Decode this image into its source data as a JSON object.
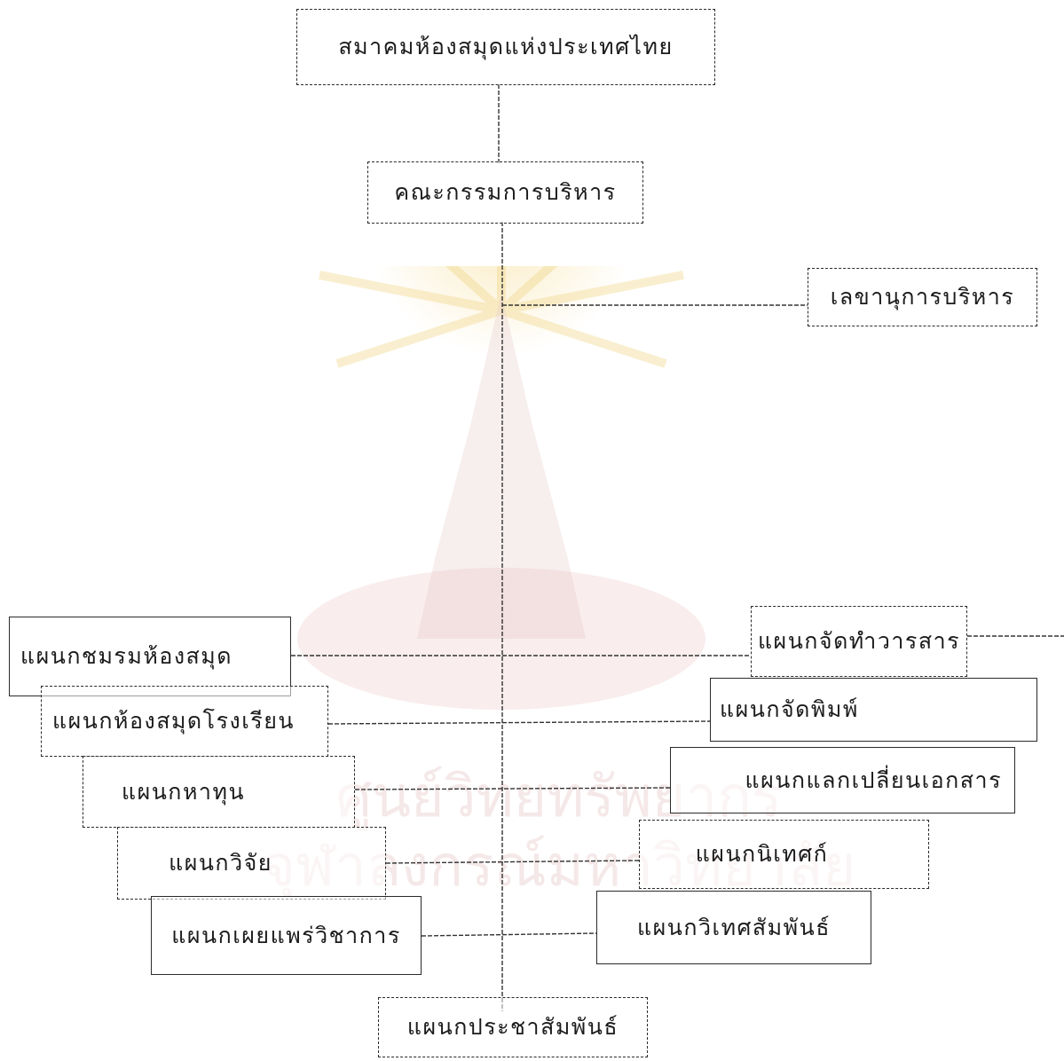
{
  "chart": {
    "root": "สมาคมห้องสมุดแห่งประเทศไทย",
    "committee": "คณะกรรมการบริหาร",
    "secretary": "เลขานุการบริหาร",
    "left_departments": [
      "แผนกชมรมห้องสมุด",
      "แผนกห้องสมุดโรงเรียน",
      "แผนกหาทุน",
      "แผนกวิจัย",
      "แผนกเผยแพร่วิชาการ"
    ],
    "right_departments": [
      "แผนกจัดทำวารสาร",
      "แผนกจัดพิมพ์",
      "แผนกแลกเปลี่ยนเอกสาร",
      "แผนกนิเทศก์",
      "แผนกวิเทศสัมพันธ์"
    ],
    "bottom": "แผนกประชาสัมพันธ์"
  },
  "watermark": {
    "lines": [
      "ศูนย์วิทยทรัพยากร",
      "จุฬาลงกรณ์มหาวิทยาลัย"
    ],
    "color": "#d49696"
  }
}
